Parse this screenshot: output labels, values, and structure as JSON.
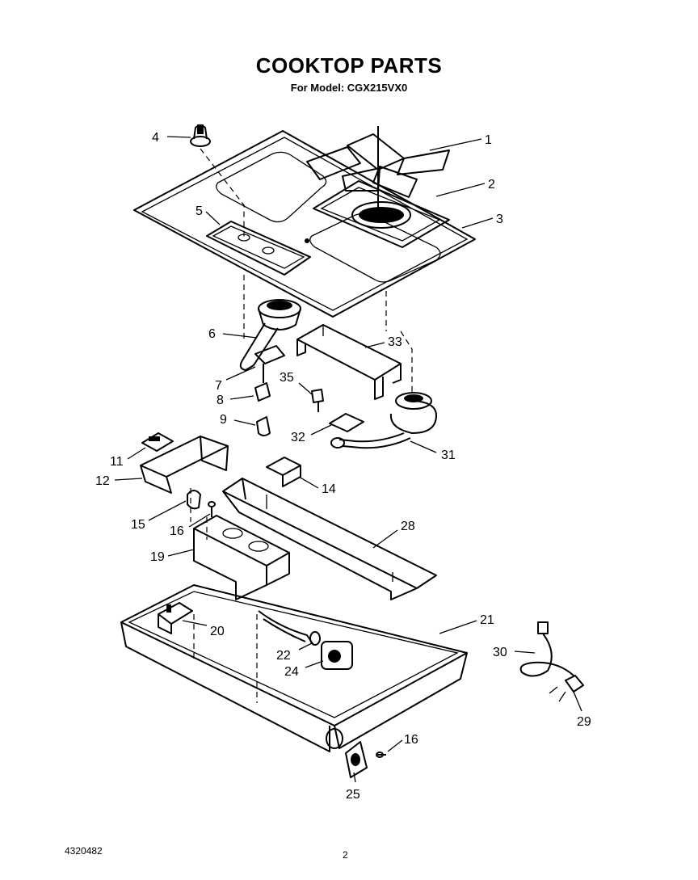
{
  "header": {
    "title": "COOKTOP PARTS",
    "subtitle": "For Model: CGX215VX0"
  },
  "callouts": [
    {
      "id": "1",
      "text": "1"
    },
    {
      "id": "2",
      "text": "2"
    },
    {
      "id": "3",
      "text": "3"
    },
    {
      "id": "4",
      "text": "4"
    },
    {
      "id": "5",
      "text": "5"
    },
    {
      "id": "6",
      "text": "6"
    },
    {
      "id": "7",
      "text": "7"
    },
    {
      "id": "8",
      "text": "8"
    },
    {
      "id": "9",
      "text": "9"
    },
    {
      "id": "11",
      "text": "11"
    },
    {
      "id": "12",
      "text": "12"
    },
    {
      "id": "14",
      "text": "14"
    },
    {
      "id": "15",
      "text": "15"
    },
    {
      "id": "16a",
      "text": "16"
    },
    {
      "id": "16b",
      "text": "16"
    },
    {
      "id": "19",
      "text": "19"
    },
    {
      "id": "20",
      "text": "20"
    },
    {
      "id": "21",
      "text": "21"
    },
    {
      "id": "22",
      "text": "22"
    },
    {
      "id": "24",
      "text": "24"
    },
    {
      "id": "25",
      "text": "25"
    },
    {
      "id": "28",
      "text": "28"
    },
    {
      "id": "29",
      "text": "29"
    },
    {
      "id": "30",
      "text": "30"
    },
    {
      "id": "31",
      "text": "31"
    },
    {
      "id": "32",
      "text": "32"
    },
    {
      "id": "33",
      "text": "33"
    },
    {
      "id": "35",
      "text": "35"
    }
  ],
  "footer": {
    "part_number": "4320482",
    "page_number": "2"
  }
}
